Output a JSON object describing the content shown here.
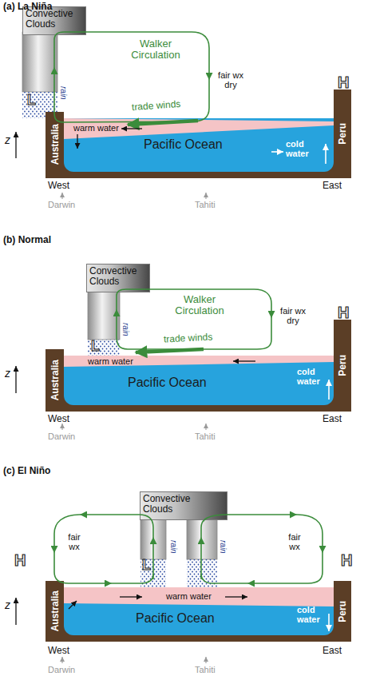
{
  "diagram": {
    "nodes": [
      {
        "text": [
          "Convective Clouds"
        ]
      },
      {
        "text": [
          "Australia"
        ]
      },
      {
        "text": [
          "Pacific Ocean",
          "cold water"
        ]
      },
      {
        "text": [
          "warm water"
        ],
        "in": 2
      },
      {
        "text": [
          "Peru"
        ]
      },
      {
        "text": [
          "Convective Clouds"
        ]
      },
      {
        "text": [
          "Australia"
        ]
      },
      {
        "text": [
          "Pacific Ocean",
          "cold water"
        ]
      },
      {
        "text": [
          "warm water"
        ],
        "in": 7
      },
      {
        "text": [
          "Peru"
        ]
      },
      {
        "text": [
          "Convective Clouds"
        ]
      },
      {
        "text": [
          "Australia"
        ]
      },
      {
        "text": [
          "Pacific Ocean",
          "cold water"
        ]
      },
      {
        "text": [
          "warm water"
        ],
        "in": 12
      },
      {
        "text": [
          "Peru"
        ]
      }
    ],
    "labels": [
      "(a) La Niña",
      "Walker Circulation",
      "fair wx dry",
      "trade winds",
      "L",
      "rain",
      "H",
      "z",
      "West",
      "East",
      "Darwin",
      "Tahiti",
      "(b) Normal",
      "Walker Circulation",
      "fair wx dry",
      "trade winds",
      "L",
      "rain",
      "H",
      "z",
      "West",
      "East",
      "Darwin",
      "Tahiti",
      "(c) El Niño",
      "fair wx",
      "fair wx",
      "H",
      "H",
      "L",
      "rain",
      "rain",
      "z",
      "West",
      "East",
      "Darwin",
      "Tahiti"
    ]
  }
}
